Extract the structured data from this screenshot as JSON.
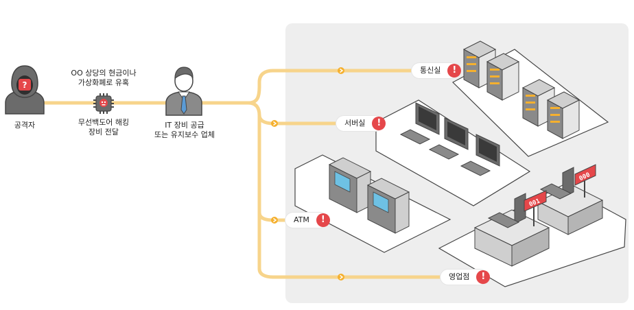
{
  "attacker": {
    "label": "공격자"
  },
  "lure": {
    "line1": "OO 상당의 현금이나",
    "line2": "가상화폐로 유혹"
  },
  "malware": {
    "line1": "무선백도어 해킹",
    "line2": "장비 전달"
  },
  "vendor": {
    "line1": "IT 장비 공급",
    "line2": "또는 유지보수 업체"
  },
  "targets": [
    {
      "label": "통신실"
    },
    {
      "label": "서버실"
    },
    {
      "label": "ATM"
    },
    {
      "label": "영업점"
    }
  ],
  "alert_glyph": "!",
  "display_numbers": [
    "001",
    "000"
  ],
  "colors": {
    "line": "#f7d48b",
    "alert": "#e5474a",
    "panel": "#eeeeee",
    "accent": "#f5b02e"
  }
}
